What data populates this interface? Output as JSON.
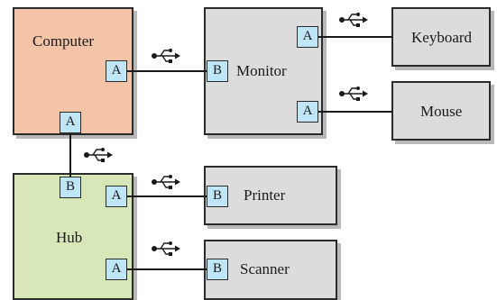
{
  "colors": {
    "computer_fill": "#f4c4a8",
    "hub_fill": "#d8e7b8",
    "device_fill": "#dcdcdc",
    "port_fill": "#bfe6f7",
    "line": "#1a1a1a"
  },
  "devices": {
    "computer": "Computer",
    "monitor": "Monitor",
    "keyboard": "Keyboard",
    "mouse": "Mouse",
    "hub": "Hub",
    "printer": "Printer",
    "scanner": "Scanner"
  },
  "ports": {
    "upstream_label": "A",
    "downstream_label": "B"
  },
  "connection_icon": "usb-icon"
}
